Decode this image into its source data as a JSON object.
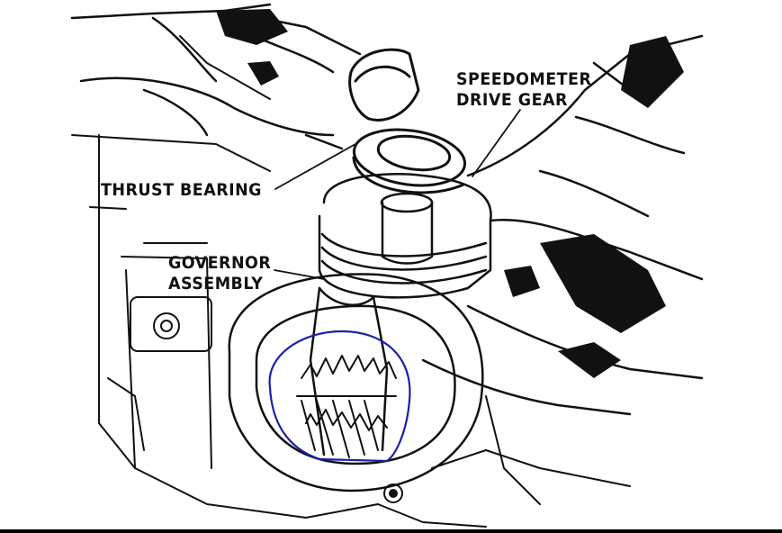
{
  "labels": {
    "speedometer_line1": "SPEEDOMETER",
    "speedometer_line2": "DRIVE GEAR",
    "thrust_bearing": "THRUST BEARING",
    "governor_line1": "GOVERNOR",
    "governor_line2": "ASSEMBLY"
  },
  "colors": {
    "ink": "#111111",
    "highlight": "#1b1fa8",
    "paper": "#ffffff"
  }
}
